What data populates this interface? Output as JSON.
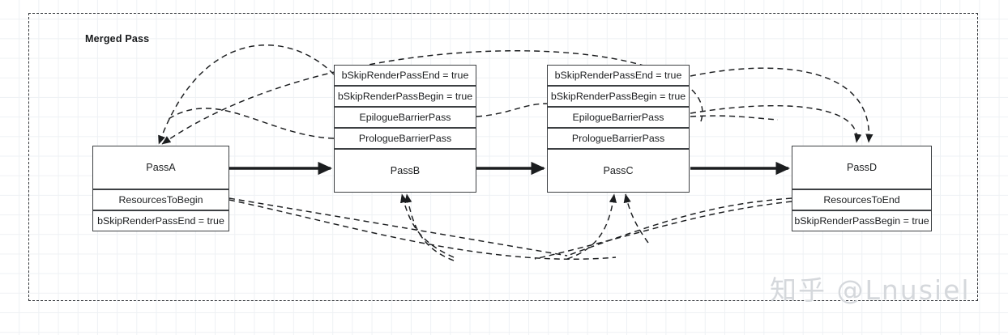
{
  "diagram": {
    "title": "Merged Pass",
    "watermark": "知乎 @Lnusiel",
    "border_color": "#33363a",
    "node_border_color": "#3d4043",
    "edge_color": "#1b1d1f"
  },
  "nodes": [
    {
      "id": "passA",
      "label": "PassA",
      "attrs_above": [],
      "attrs_below": [
        "ResourcesToBegin",
        "bSkipRenderPassEnd = true"
      ]
    },
    {
      "id": "passB",
      "label": "PassB",
      "attrs_above": [
        "bSkipRenderPassEnd = true",
        "bSkipRenderPassBegin  = true",
        "EpilogueBarrierPass",
        "PrologueBarrierPass"
      ],
      "attrs_below": []
    },
    {
      "id": "passC",
      "label": "PassC",
      "attrs_above": [
        "bSkipRenderPassEnd = true",
        "bSkipRenderPassBegin  = true",
        "EpilogueBarrierPass",
        "PrologueBarrierPass"
      ],
      "attrs_below": []
    },
    {
      "id": "passD",
      "label": "PassD",
      "attrs_above": [],
      "attrs_below": [
        "ResourcesToEnd",
        "bSkipRenderPassBegin = true"
      ]
    }
  ],
  "edges": [
    {
      "from": "passB",
      "to": "passA",
      "style": "dashed",
      "kind": "barrier"
    },
    {
      "from": "passB",
      "to": "passA",
      "style": "dashed",
      "kind": "barrier"
    },
    {
      "from": "passA",
      "to": "passB",
      "style": "solid",
      "kind": "flow"
    },
    {
      "from": "passB",
      "to": "passC",
      "style": "solid",
      "kind": "flow"
    },
    {
      "from": "passC",
      "to": "passD",
      "style": "solid",
      "kind": "flow"
    },
    {
      "from": "passC",
      "to": "passD",
      "style": "dashed",
      "kind": "barrier"
    },
    {
      "from": "passC",
      "to": "passD",
      "style": "dashed",
      "kind": "barrier"
    },
    {
      "from": "passA",
      "to": "passB",
      "style": "dashed",
      "kind": "barrier"
    },
    {
      "from": "passA",
      "to": "passC",
      "style": "dashed",
      "kind": "barrier"
    },
    {
      "from": "passD",
      "to": "passB",
      "style": "dashed",
      "kind": "barrier"
    },
    {
      "from": "passD",
      "to": "passC",
      "style": "dashed",
      "kind": "barrier"
    }
  ]
}
